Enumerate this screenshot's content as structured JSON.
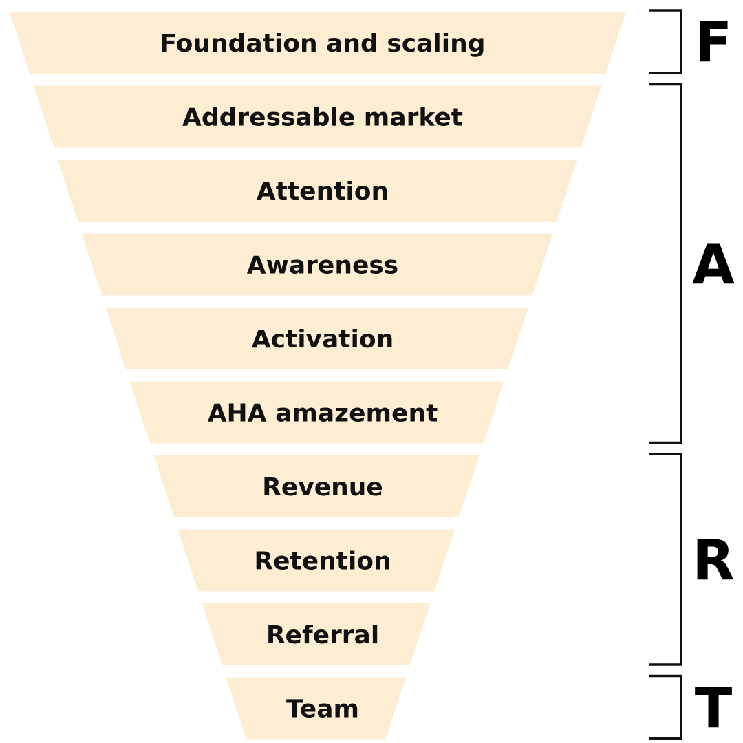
{
  "colors": {
    "band_fill": "#FDEDD3",
    "text": "#111111",
    "bracket": "#111111"
  },
  "funnel": {
    "stages": [
      {
        "label": "Foundation and scaling"
      },
      {
        "label": "Addressable market"
      },
      {
        "label": "Attention"
      },
      {
        "label": "Awareness"
      },
      {
        "label": "Activation"
      },
      {
        "label": "AHA amazement"
      },
      {
        "label": "Revenue"
      },
      {
        "label": "Retention"
      },
      {
        "label": "Referral"
      },
      {
        "label": "Team"
      }
    ]
  },
  "groups": [
    {
      "letter": "F",
      "first_stage": 0,
      "last_stage": 0
    },
    {
      "letter": "A",
      "first_stage": 1,
      "last_stage": 5
    },
    {
      "letter": "R",
      "first_stage": 6,
      "last_stage": 8
    },
    {
      "letter": "T",
      "first_stage": 9,
      "last_stage": 9
    }
  ]
}
